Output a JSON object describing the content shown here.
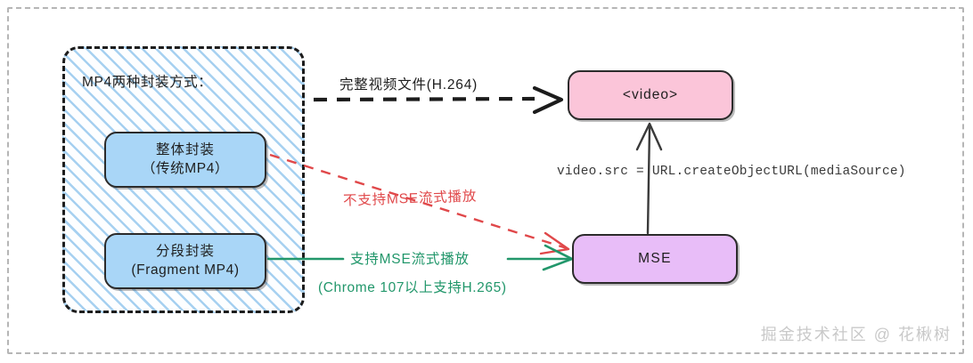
{
  "diagram": {
    "group": {
      "title": "MP4两种封装方式：",
      "nodes": [
        {
          "id": "whole-mp4",
          "line1": "整体封装",
          "line2": "（传统MP4）",
          "color": "#a9d6f7"
        },
        {
          "id": "fragment-mp4",
          "line1": "分段封装",
          "line2": "(Fragment MP4)",
          "color": "#a9d6f7"
        }
      ]
    },
    "nodes": [
      {
        "id": "video-element",
        "line1": "<video>",
        "color": "#fbc5d9"
      },
      {
        "id": "mse",
        "line1": "MSE",
        "color": "#e8bdf8"
      }
    ],
    "edges": [
      {
        "id": "whole-to-video",
        "label": "完整视频文件(H.264)",
        "style": "dashed",
        "color": "#1c1c1c"
      },
      {
        "id": "whole-to-mse-unsupported",
        "label": "不支持MSE流式播放",
        "style": "dashed",
        "color": "#e0484a"
      },
      {
        "id": "fragment-to-mse-supported",
        "label": "支持MSE流式播放",
        "sublabel": "(Chrome 107以上支持H.265)",
        "style": "solid",
        "color": "#22976b"
      },
      {
        "id": "mse-to-video",
        "label": "video.src = URL.createObjectURL(mediaSource)",
        "style": "solid",
        "color": "#3a3a3a"
      }
    ],
    "watermark": "掘金技术社区 @ 花楸树"
  }
}
